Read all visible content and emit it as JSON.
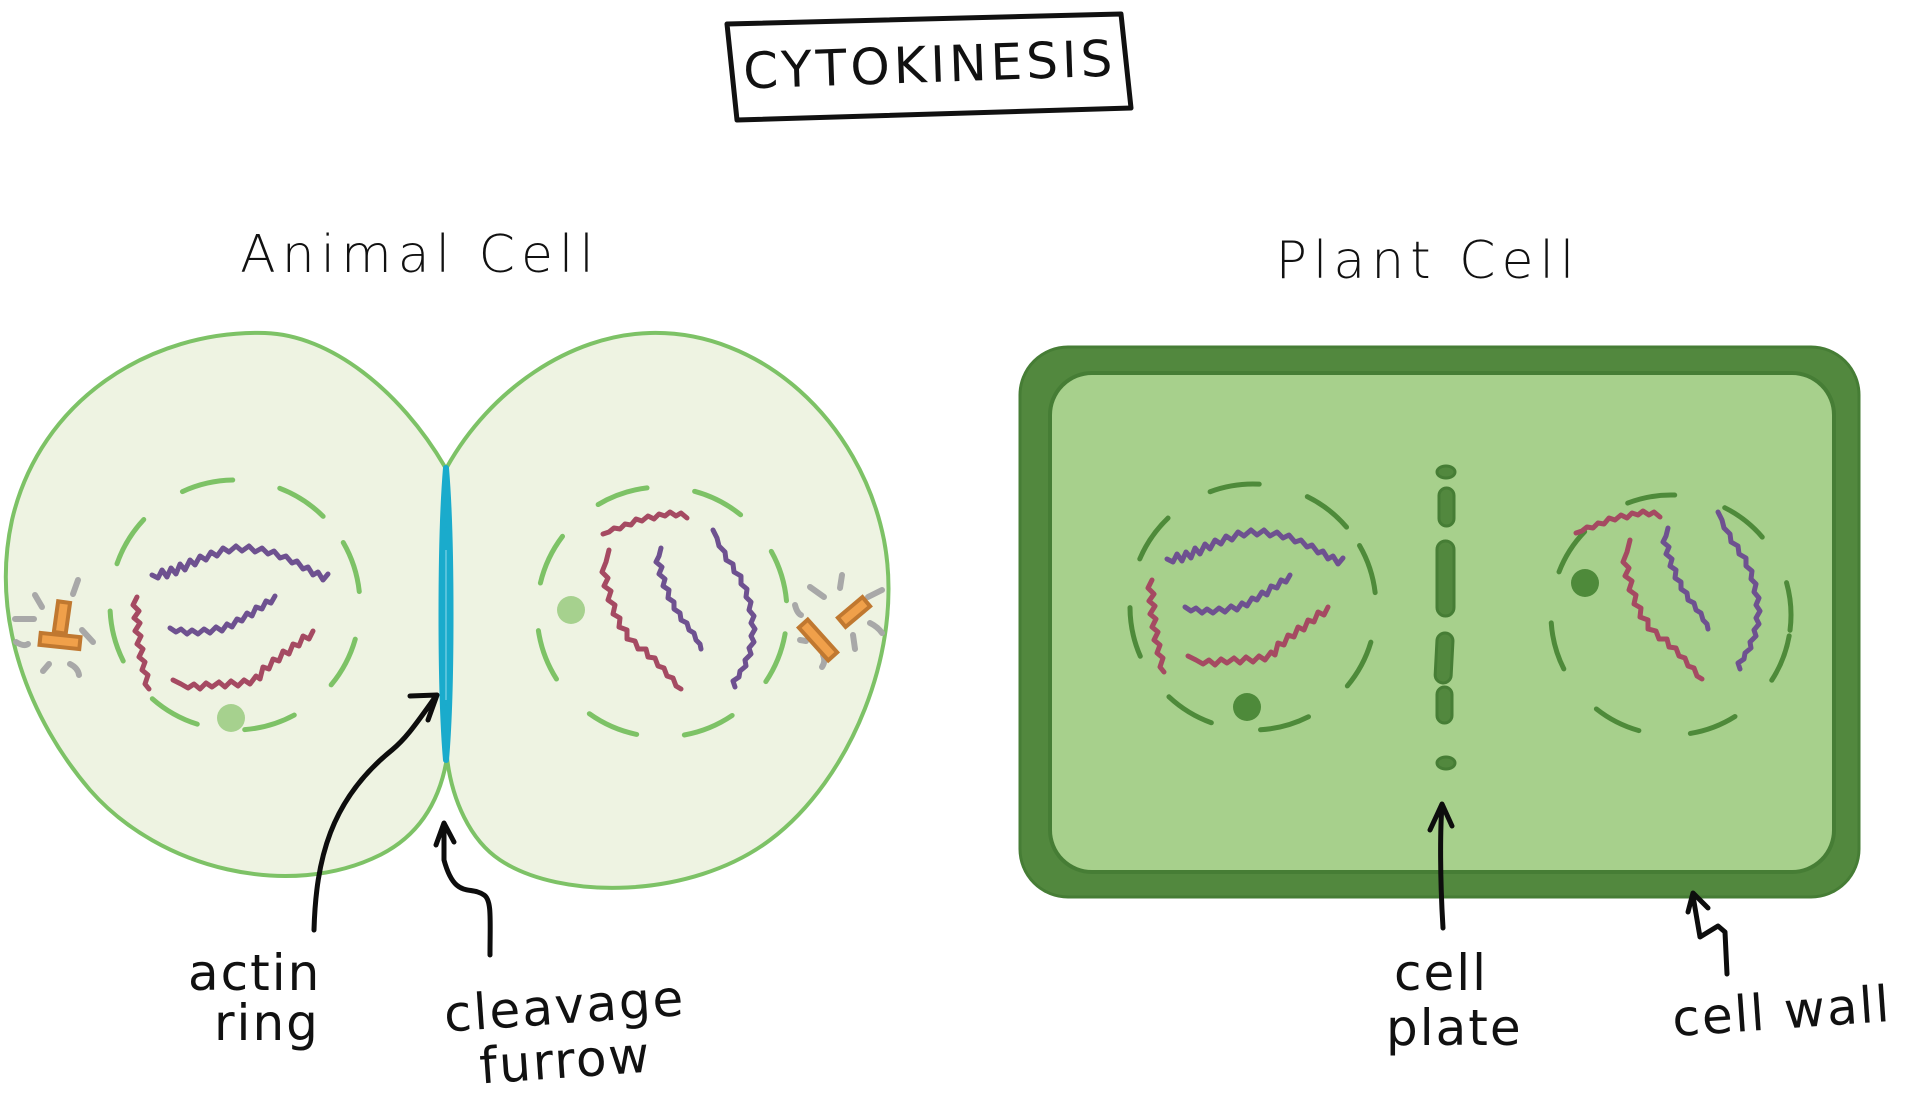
{
  "title": "CYTOKINESIS",
  "animal_cell": {
    "heading": "Animal Cell",
    "labels": {
      "actin_ring_line1": "actin",
      "actin_ring_line2": "ring",
      "cleavage_furrow_line1": "cleavage",
      "cleavage_furrow_line2": "furrow"
    }
  },
  "plant_cell": {
    "heading": "Plant Cell",
    "labels": {
      "cell_plate_line1": "cell",
      "cell_plate_line2": "plate",
      "cell_wall": "cell wall"
    }
  },
  "colors": {
    "animal_cytoplasm": "#eef3e2",
    "animal_membrane": "#7dc266",
    "actin_ring": "#1aabcc",
    "nucleolus_animal": "#a6d18e",
    "plant_wall": "#52883e",
    "plant_wall_edge": "#467d35",
    "plant_cytoplasm": "#a7d08c",
    "plant_envelope": "#4e8a3a",
    "chromosome_purple": "#6e5190",
    "chromosome_red": "#a54a62",
    "centriole_fill": "#f0a04a",
    "centriole_stroke": "#c07830",
    "microtubule": "#a8a8a8",
    "ink": "#111111"
  }
}
